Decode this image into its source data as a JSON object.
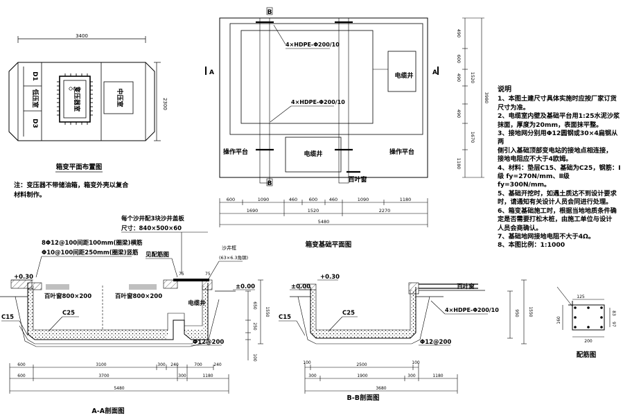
{
  "box_plan": {
    "dim_width": "3400",
    "dim_height": "2300",
    "left_labels": [
      "D1",
      "低压室",
      "D3"
    ],
    "transformer_label": "变压器室",
    "right_label": "中压室",
    "title": "箱变平面布置图",
    "note_line1": "注：变压器不带储油箱，箱变外壳以复合",
    "note_line2": "材料制作。"
  },
  "foundation_plan": {
    "marker_b": "B",
    "marker_a": "A",
    "hdpe_top": "4×HDPE-Φ200/10",
    "hdpe_mid": "4×HDPE-Φ200/10",
    "cable_well_right": "电缆井",
    "cable_well_bottom": "电缆井",
    "platform_left": "操作平台",
    "platform_right": "操作平台",
    "louver": "百叶窗",
    "vertical_dims": [
      "490",
      "600",
      "490",
      "1520",
      "3980",
      "490",
      "1670",
      "1180"
    ],
    "dims_row1": [
      "600",
      "1090",
      "460",
      "600",
      "460",
      "1090",
      "1180"
    ],
    "dims_row2": [
      "1690",
      "1520",
      "2270"
    ],
    "dims_total": "5480",
    "title": "箱变基础平面图"
  },
  "section_aa": {
    "sand_note1": "每个沙井配3块沙井盖板",
    "sand_note2": "尺寸：840×500×60",
    "rebar_note1": "8Φ12@100间距100mm(圈梁)横筋",
    "rebar_note2": "Φ10@100间距250mm(圈梁)竖筋",
    "rebar_ref": "见配筋图",
    "sand_frame": "沙井框",
    "angle_steel": "(63×6.3角钢)",
    "elev_top": "+0.30",
    "elev_ground": "±0.00",
    "louver_left": "百叶窗800×200",
    "louver_right": "百叶窗800×200",
    "cable_well": "电缆井",
    "c15": "C15",
    "c25": "C25",
    "rebar": "Φ12@200",
    "small_dims": [
      "75",
      "75"
    ],
    "vertical_dims": [
      "650",
      "1550",
      "250",
      "100"
    ],
    "dims_row1": [
      "600",
      "3100",
      "300",
      "240",
      "700",
      "240"
    ],
    "dims_row2": [
      "600",
      "3700",
      "300",
      "1180"
    ],
    "dims_total": "5480",
    "title": "A-A剖面图"
  },
  "section_bb": {
    "elev_top": "+0.30",
    "elev_ground": "±0.00",
    "louver": "百叶窗",
    "hdpe": "4×HDPE-Φ200/10",
    "c15": "C15",
    "c25": "C25",
    "rebar": "Φ12@200",
    "vertical_dims": [
      "950",
      "1550"
    ],
    "dims_row1": [
      "100",
      "2500",
      "100"
    ],
    "dims_row2": [
      "300",
      "1900",
      "300",
      "1180"
    ],
    "dims_total": "3680",
    "title": "B-B剖面图"
  },
  "rebar_detail": {
    "dim_top": "125",
    "dim_left": "160",
    "dim_right1": "83",
    "dim_right2": "97",
    "dim_bottom": "200",
    "title": "配筋图"
  },
  "notes": {
    "title": "说明",
    "lines": [
      "1、本图土建尺寸具体实施时应按厂家订货",
      "尺寸为准。",
      "2、电缆室内壁及基础平台用1:25水泥沙浆",
      "抹面，厚度为20mm，表面抹平整。",
      "3、接地网分别用Φ12圆钢或30×4扁钢从两",
      "侧引入基础顶部变电站的接地点相连接，",
      "接地电阻应不大于4欧姆。",
      "4、材料：垫层C15、基础为C25，钢筋：Ⅰ",
      "级 fy=270N/mm、Ⅱ级 fy=300N/mm。",
      "5、基础开挖时，如遇土质达不到设计要求",
      "时，请通知有关设计人员会同进行处理。",
      "6、箱变基础施工时，根据当地地质条件确",
      "定是否需要打松木桩，由施工单位与设计",
      "人员会商确认。",
      "7、基础地网接地电阻不大于4Ω。",
      "8、本图比例：1:1000"
    ]
  }
}
